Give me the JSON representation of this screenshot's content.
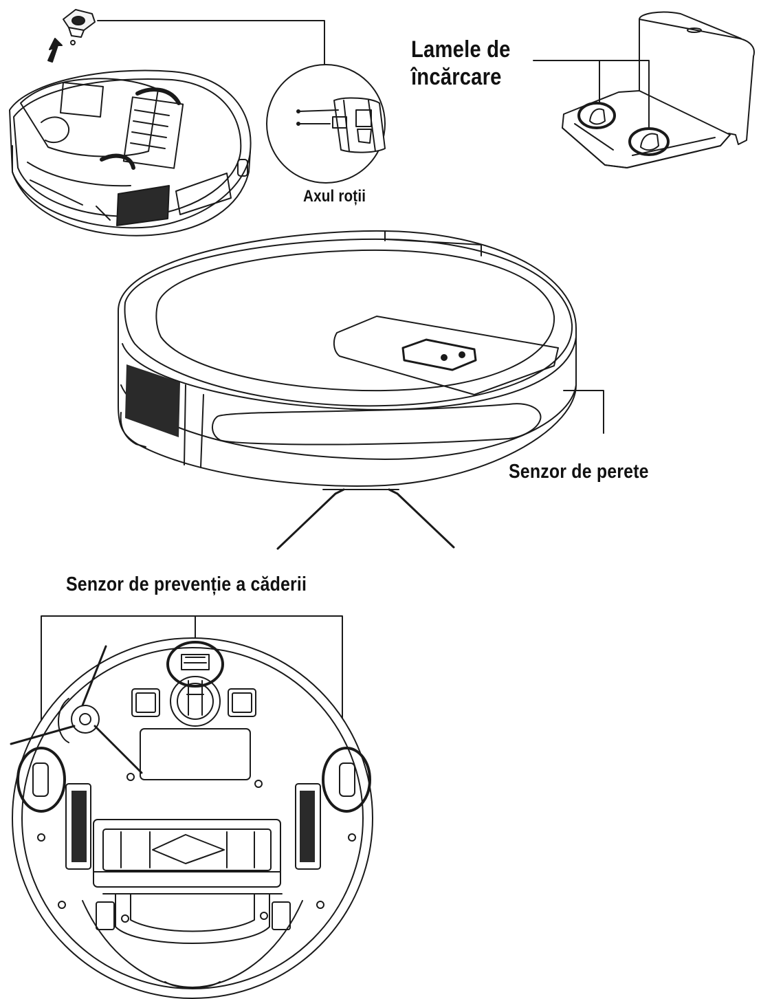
{
  "labels": {
    "charging_contacts_line1": "Lamele de",
    "charging_contacts_line2": "încărcare",
    "wheel_axle": "Axul roții",
    "wall_sensor": "Senzor de perete",
    "cliff_sensor": "Senzor de prevenție a căderii"
  },
  "icons": [
    "arrow-up-icon",
    "caster-wheel-icon"
  ],
  "colors": {
    "line": "#1a1a1a",
    "background": "#ffffff",
    "grille": "#2a2a2a"
  }
}
